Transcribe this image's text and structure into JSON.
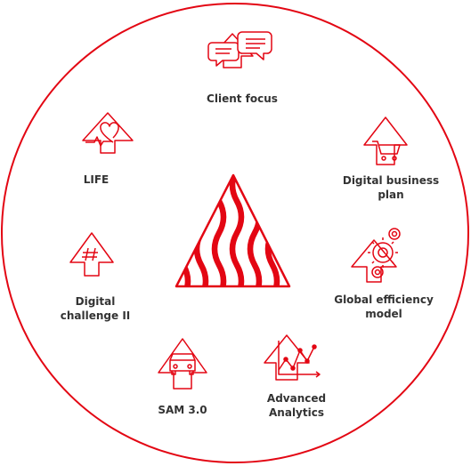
{
  "colors": {
    "accent": "#e30613",
    "text": "#333333",
    "background": "#ffffff"
  },
  "center": {
    "icon": "triangle-wave-logo"
  },
  "items": [
    {
      "key": "client-focus",
      "label": "Client focus",
      "icon": "speech-bubbles-house-icon"
    },
    {
      "key": "digital-business-plan",
      "label": "Digital business\nplan",
      "icon": "shopping-cart-house-icon"
    },
    {
      "key": "global-efficiency-model",
      "label": "Global efficiency\nmodel",
      "icon": "gears-house-icon"
    },
    {
      "key": "advanced-analytics",
      "label": "Advanced\nAnalytics",
      "icon": "chart-house-icon"
    },
    {
      "key": "sam",
      "label": "SAM 3.0",
      "icon": "car-house-icon"
    },
    {
      "key": "digital-challenge",
      "label": "Digital\nchallenge II",
      "icon": "hashtag-house-icon"
    },
    {
      "key": "life",
      "label": "LIFE",
      "icon": "heart-house-icon"
    }
  ]
}
